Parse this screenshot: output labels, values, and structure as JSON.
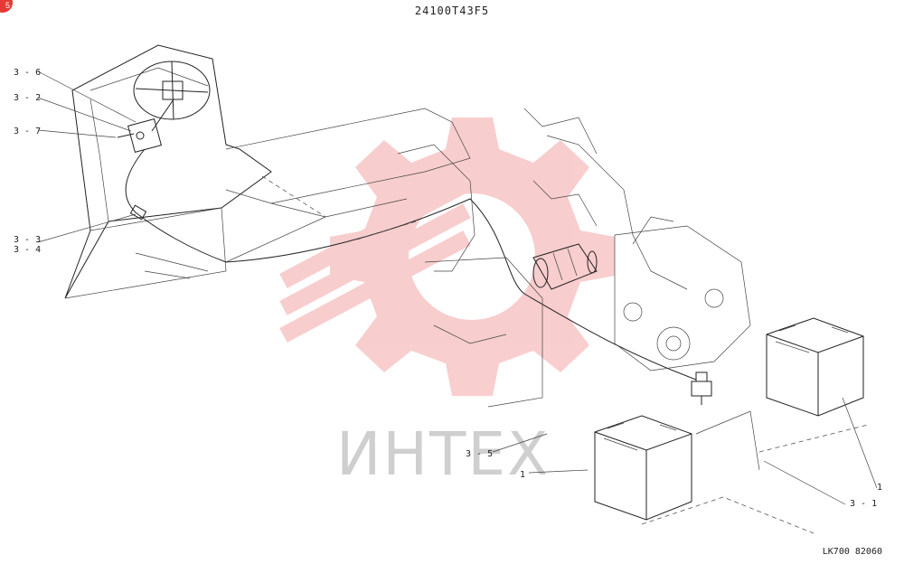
{
  "drawing_number": "24100T43F5",
  "drawing_code": "LK700 82060",
  "callouts": {
    "c36": "3 - 6",
    "c32": "3 - 2",
    "c37": "3 - 7",
    "c33": "3 - 3",
    "c34": "3 - 4",
    "c35": "3 - 5",
    "c1_center": "1",
    "c1_right": "1",
    "c31": "3 - 1"
  },
  "watermark": {
    "text": "ИНТЕХ",
    "color": "#f4a6a6"
  },
  "colors": {
    "corner_mark": "#e53935",
    "line": "#222222"
  }
}
